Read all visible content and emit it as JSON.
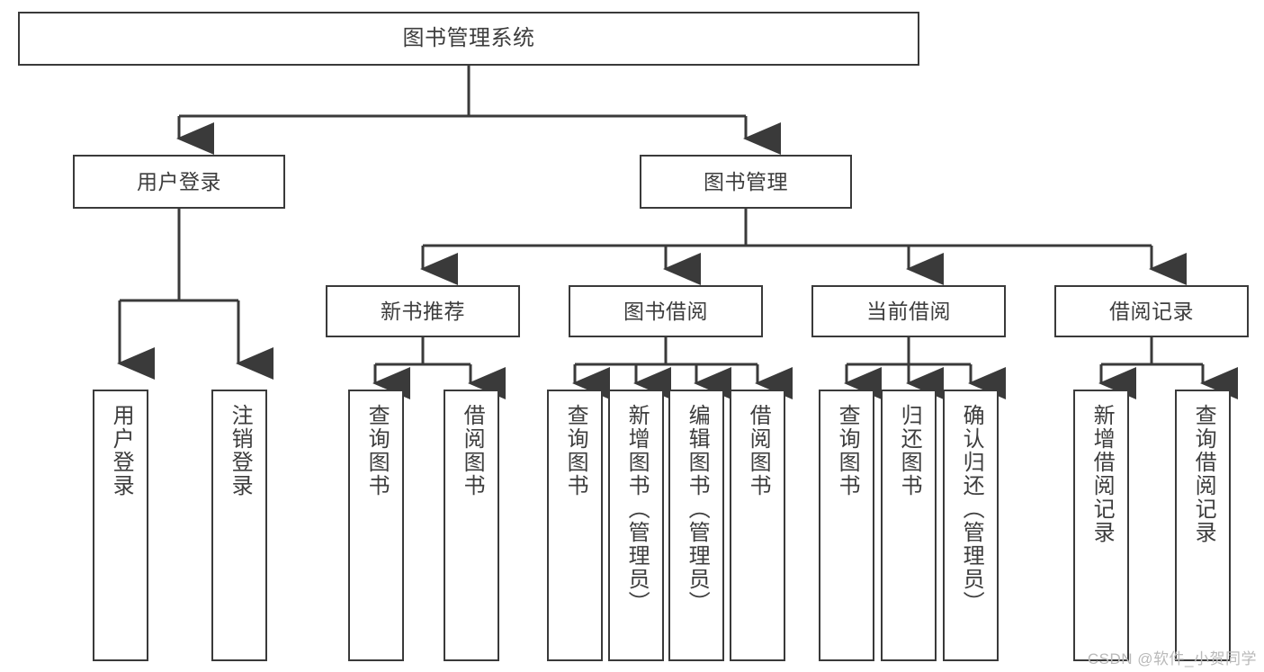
{
  "diagram": {
    "title": "图书管理系统",
    "type": "hierarchy-tree",
    "levels": 4,
    "root": {
      "label": "图书管理系统"
    },
    "level2": [
      {
        "label": "用户登录"
      },
      {
        "label": "图书管理"
      }
    ],
    "level3": [
      {
        "label": "新书推荐"
      },
      {
        "label": "图书借阅"
      },
      {
        "label": "当前借阅"
      },
      {
        "label": "借阅记录"
      }
    ],
    "leaves": {
      "user_login": [
        {
          "label": "用户登录"
        },
        {
          "label": "注销登录"
        }
      ],
      "new_book_recommend": [
        {
          "label": "查询图书"
        },
        {
          "label": "借阅图书"
        }
      ],
      "book_borrow": [
        {
          "label": "查询图书"
        },
        {
          "label": "新增图书（管理员）"
        },
        {
          "label": "编辑图书（管理员）"
        },
        {
          "label": "借阅图书"
        }
      ],
      "current_borrow": [
        {
          "label": "查询图书"
        },
        {
          "label": "归还图书"
        },
        {
          "label": "确认归还（管理员）"
        }
      ],
      "borrow_record": [
        {
          "label": "新增借阅记录"
        },
        {
          "label": "查询借阅记录"
        }
      ]
    }
  },
  "watermark": {
    "text": "CSDN @软件_小贺同学"
  },
  "colors": {
    "stroke": "#3a3a3a",
    "text": "#3d3d3d",
    "background": "#ffffff",
    "watermark": "#b9b9b9"
  }
}
